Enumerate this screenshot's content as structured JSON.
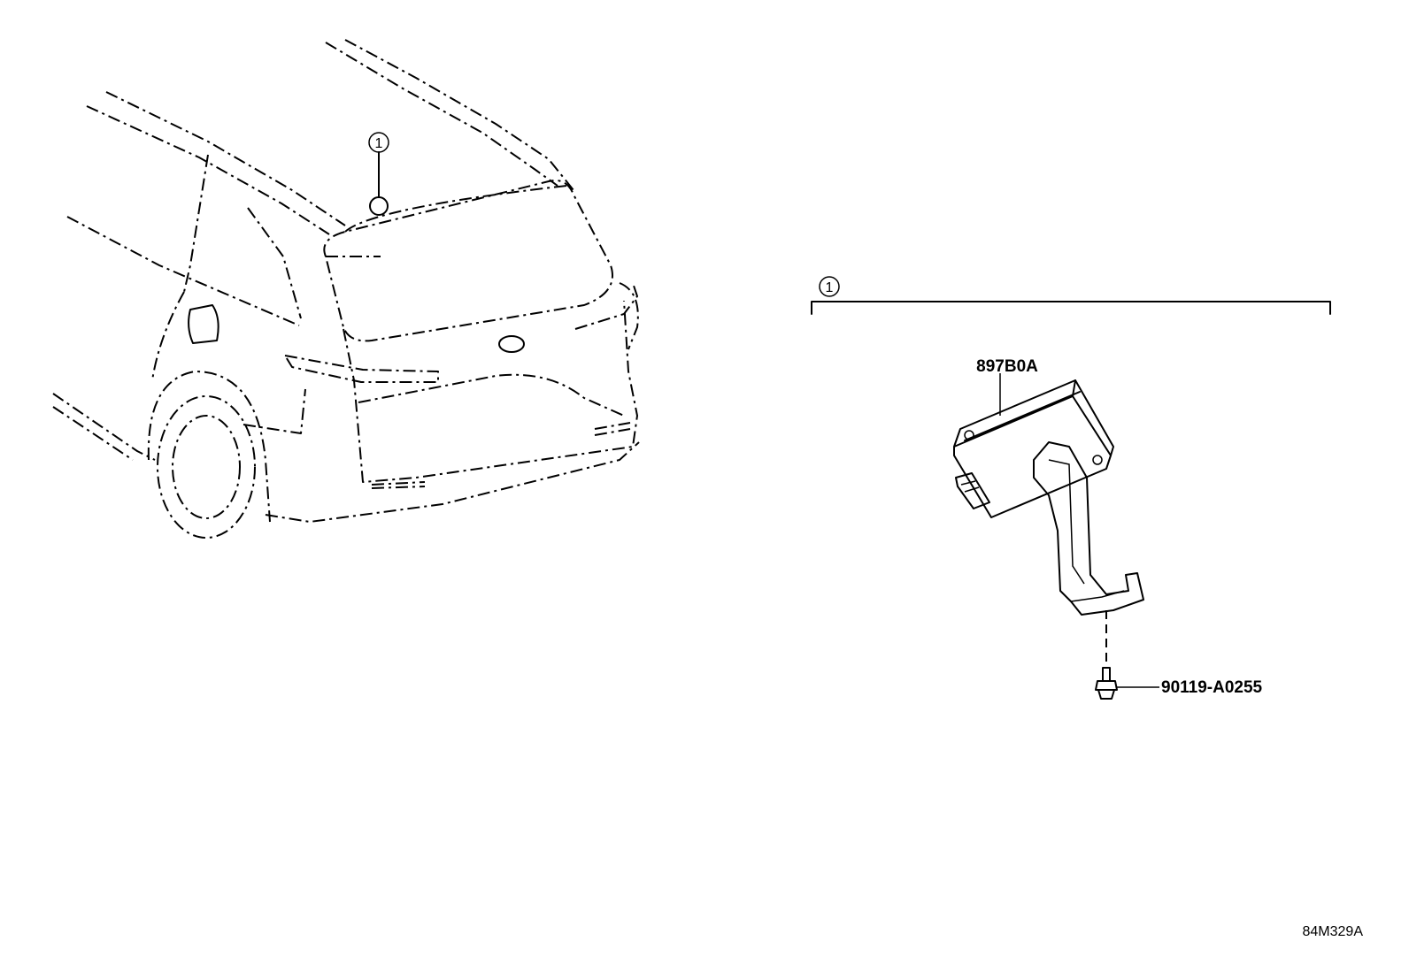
{
  "diagram": {
    "callouts": [
      {
        "number": "1"
      },
      {
        "number": "1"
      }
    ],
    "parts": [
      {
        "part_number": "897B0A"
      },
      {
        "part_number": "90119-A0255"
      }
    ],
    "drawing_code": "84M329A"
  }
}
